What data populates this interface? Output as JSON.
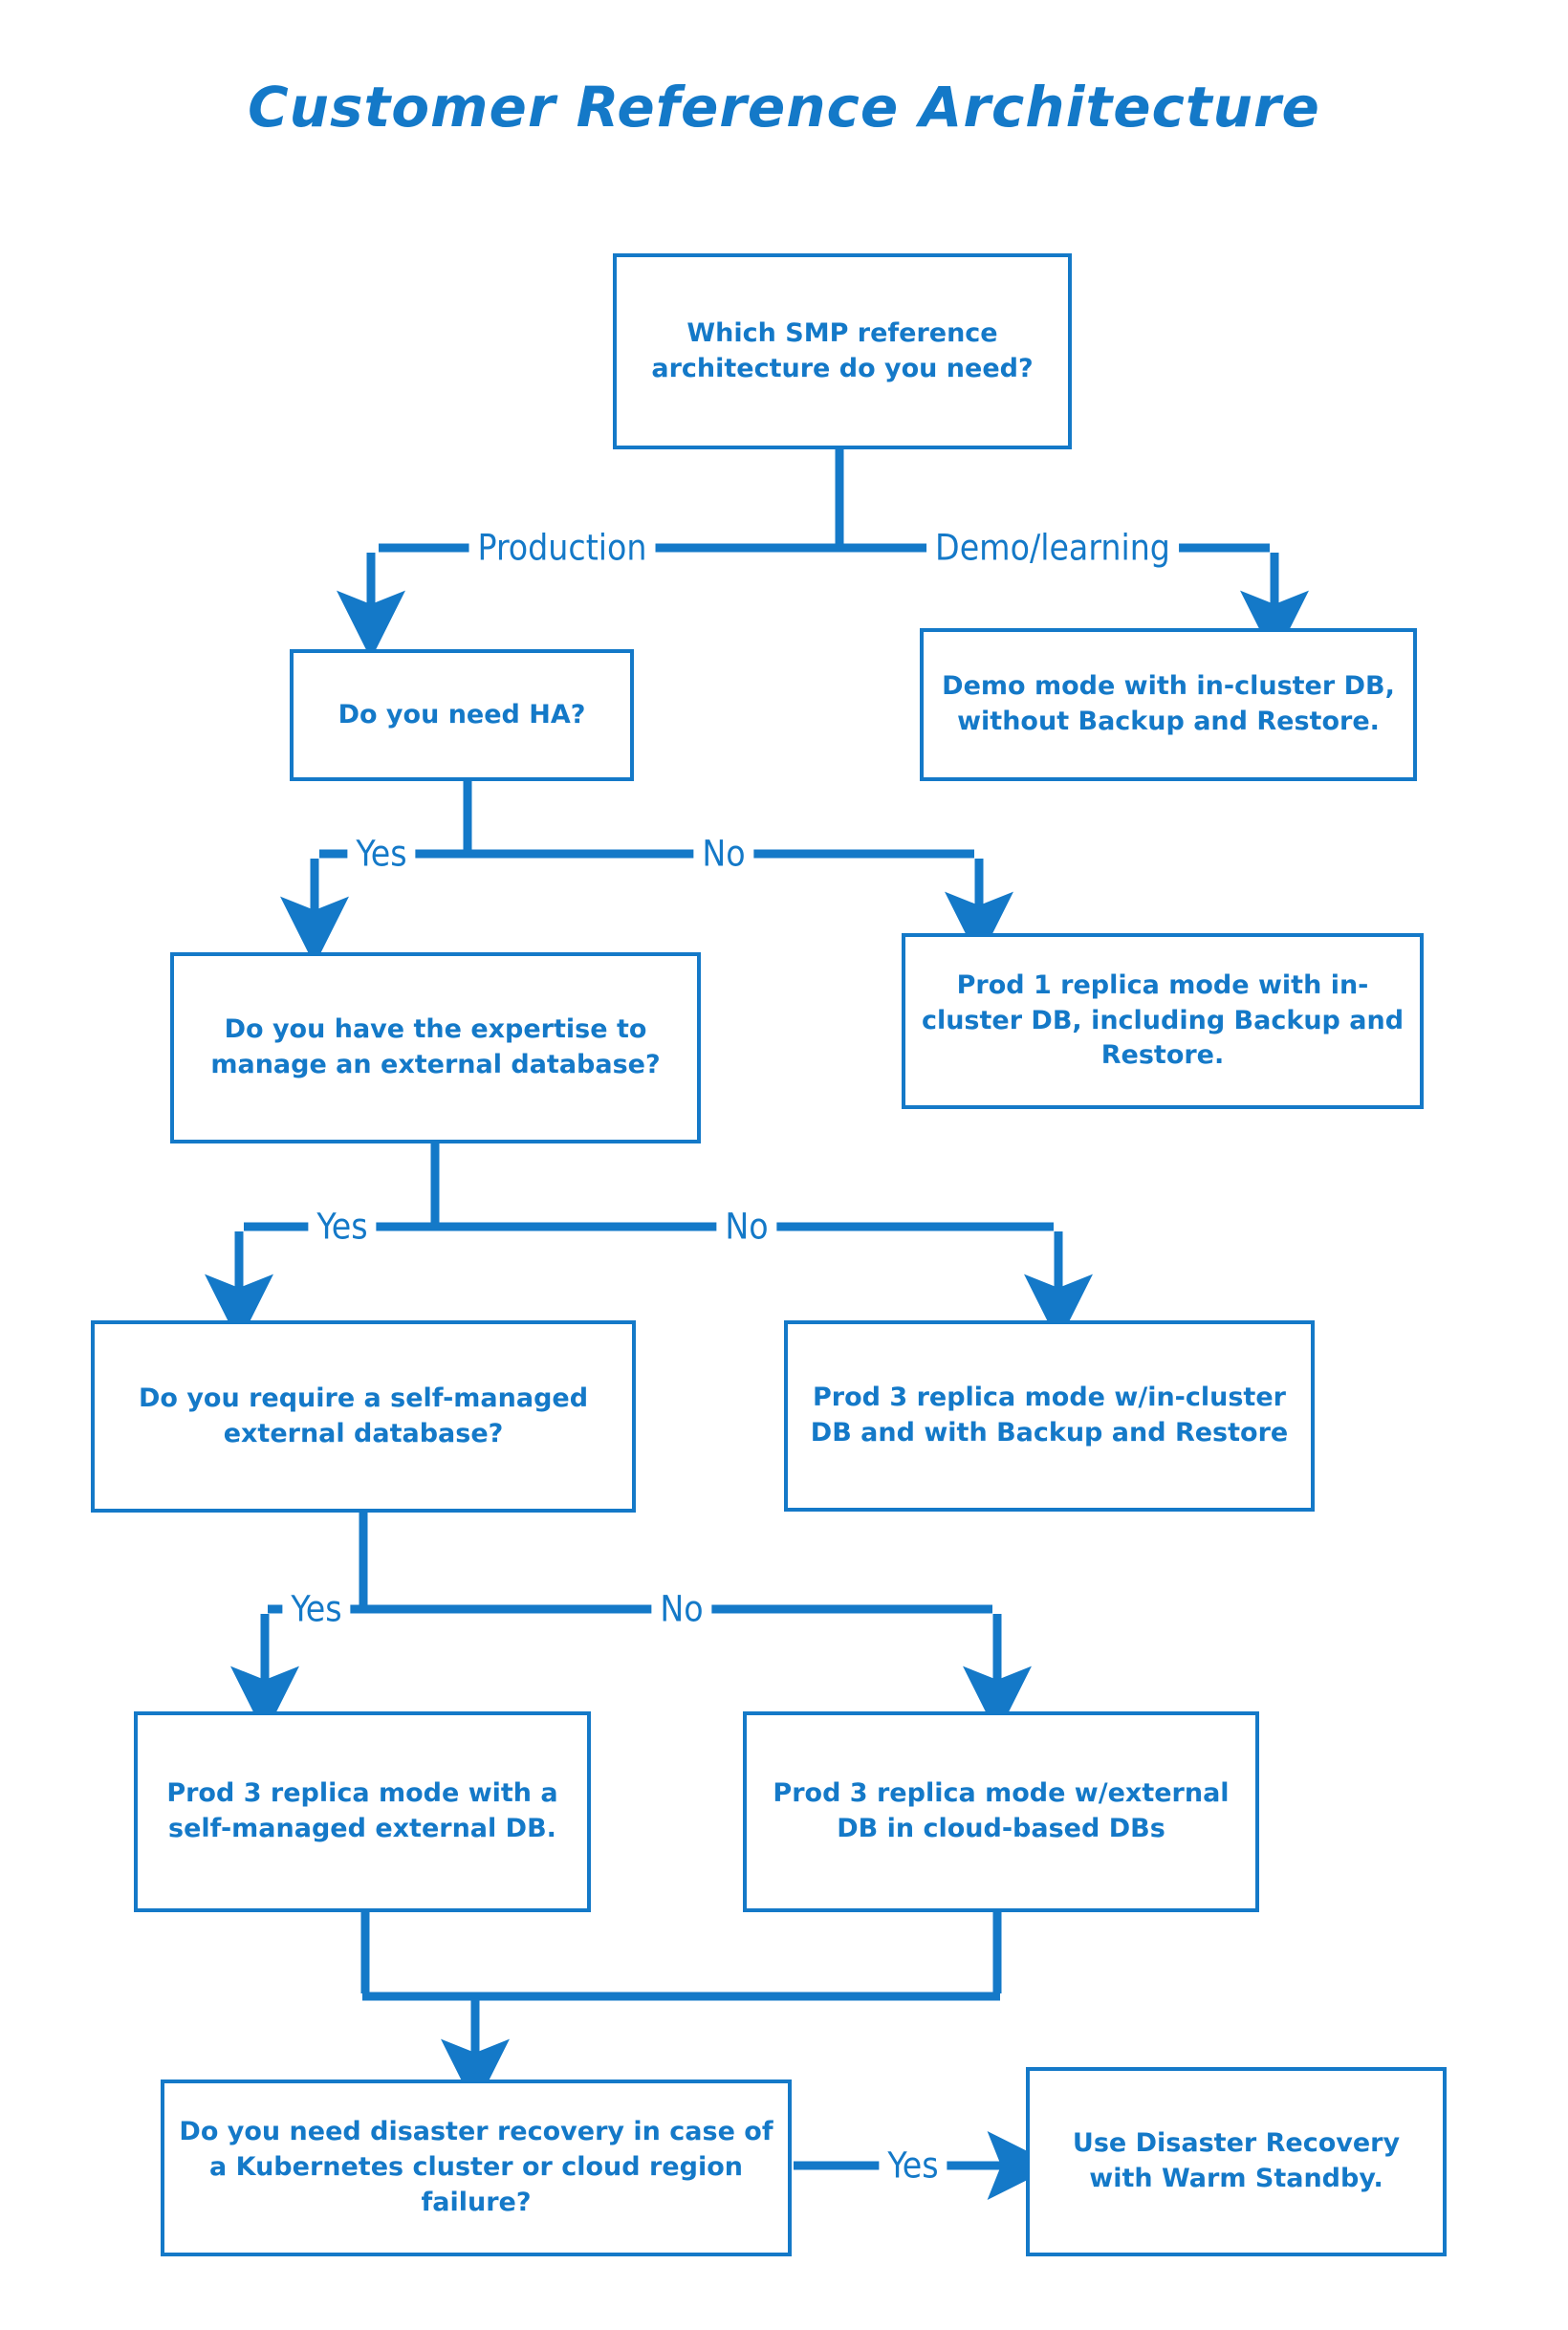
{
  "diagram": {
    "title": "Customer Reference Architecture",
    "type": "flowchart",
    "accent_color": "#1479c8",
    "background_color": "#ffffff",
    "nodes": [
      {
        "id": "q-root",
        "kind": "decision",
        "label": "Which SMP reference architecture do you need?"
      },
      {
        "id": "demo",
        "kind": "outcome",
        "label": "Demo mode with in-cluster DB, without Backup and Restore."
      },
      {
        "id": "q-ha",
        "kind": "decision",
        "label": "Do you need HA?"
      },
      {
        "id": "prod1",
        "kind": "outcome",
        "label": "Prod 1 replica mode with in-cluster DB, including Backup and Restore."
      },
      {
        "id": "q-expert",
        "kind": "decision",
        "label": "Do you have the expertise to manage an external database?"
      },
      {
        "id": "prod3-inc",
        "kind": "outcome",
        "label": "Prod 3 replica mode w/in-cluster DB and with Backup and Restore"
      },
      {
        "id": "q-selfmgd",
        "kind": "decision",
        "label": "Do you require a self-managed external database?"
      },
      {
        "id": "prod3-self",
        "kind": "outcome",
        "label": "Prod 3 replica mode with a self-managed external DB."
      },
      {
        "id": "prod3-cloud",
        "kind": "outcome",
        "label": "Prod 3 replica mode w/external DB in cloud-based DBs"
      },
      {
        "id": "q-dr",
        "kind": "decision",
        "label": "Do you need disaster recovery in case of a Kubernetes cluster or cloud region failure?"
      },
      {
        "id": "dr-warm",
        "kind": "outcome",
        "label": "Use Disaster Recovery with Warm Standby."
      }
    ],
    "edges": [
      {
        "from": "q-root",
        "to": "q-ha",
        "label": "Production"
      },
      {
        "from": "q-root",
        "to": "demo",
        "label": "Demo/learning"
      },
      {
        "from": "q-ha",
        "to": "q-expert",
        "label": "Yes"
      },
      {
        "from": "q-ha",
        "to": "prod1",
        "label": "No"
      },
      {
        "from": "q-expert",
        "to": "q-selfmgd",
        "label": "Yes"
      },
      {
        "from": "q-expert",
        "to": "prod3-inc",
        "label": "No"
      },
      {
        "from": "q-selfmgd",
        "to": "prod3-self",
        "label": "Yes"
      },
      {
        "from": "q-selfmgd",
        "to": "prod3-cloud",
        "label": "No"
      },
      {
        "from": "prod3-self",
        "to": "q-dr",
        "label": ""
      },
      {
        "from": "prod3-cloud",
        "to": "q-dr",
        "label": ""
      },
      {
        "from": "q-dr",
        "to": "dr-warm",
        "label": "Yes"
      }
    ]
  }
}
